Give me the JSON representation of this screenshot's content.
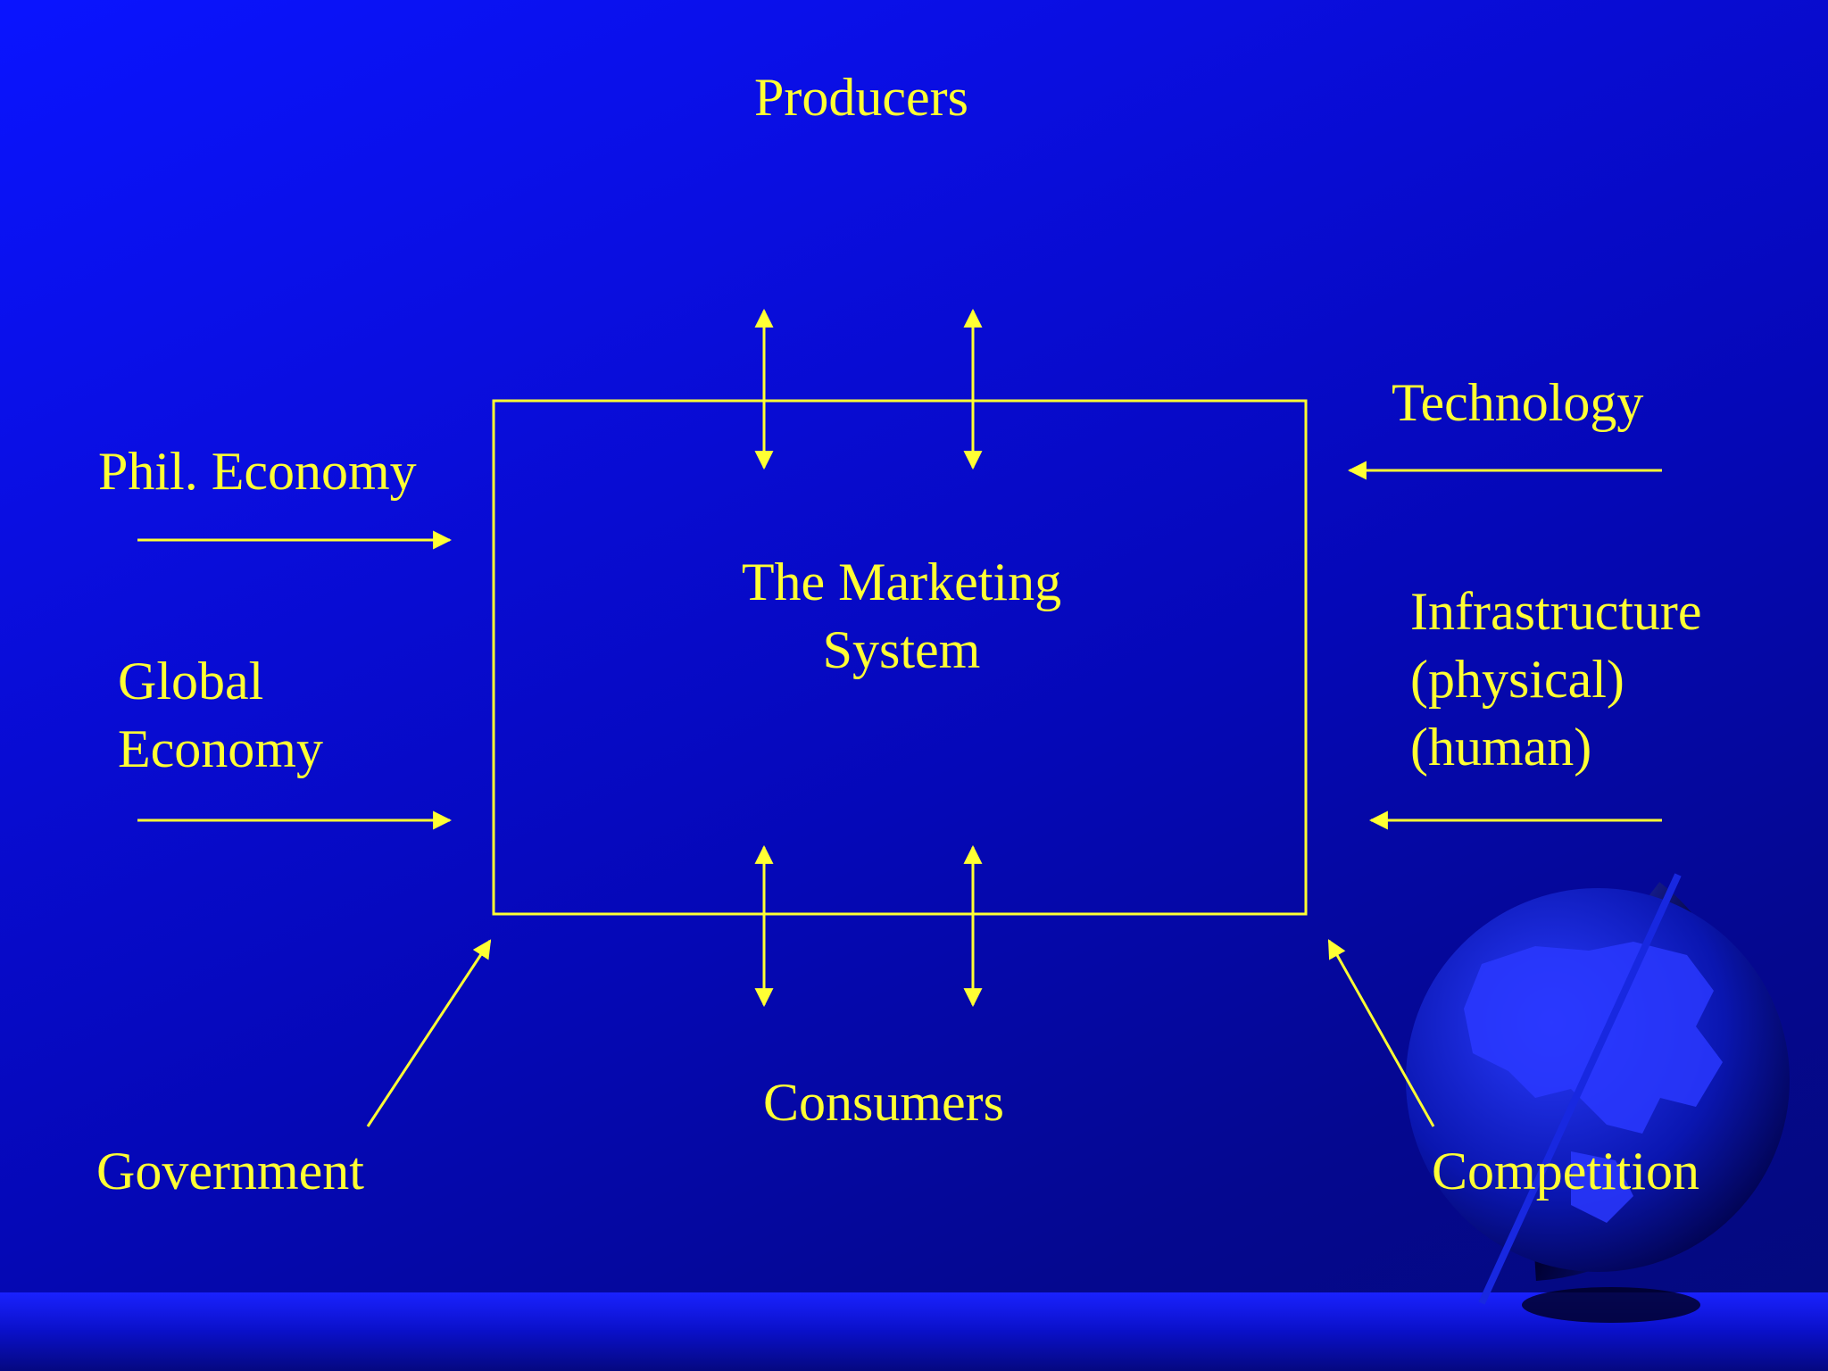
{
  "slide": {
    "center_box": {
      "line1": "The Marketing",
      "line2": "System"
    },
    "top_label": "Producers",
    "bottom_label": "Consumers",
    "left": {
      "phil_economy": "Phil. Economy",
      "global_economy_line1": "Global",
      "global_economy_line2": "Economy",
      "government": "Government"
    },
    "right": {
      "technology": "Technology",
      "infrastructure_line1": "Infrastructure",
      "infrastructure_line2": "(physical)",
      "infrastructure_line3": "(human)",
      "competition": "Competition"
    },
    "colors": {
      "text": "#ffff33",
      "lines": "#ffff33",
      "background": "#0a0ee0"
    },
    "decor": "globe-icon"
  }
}
